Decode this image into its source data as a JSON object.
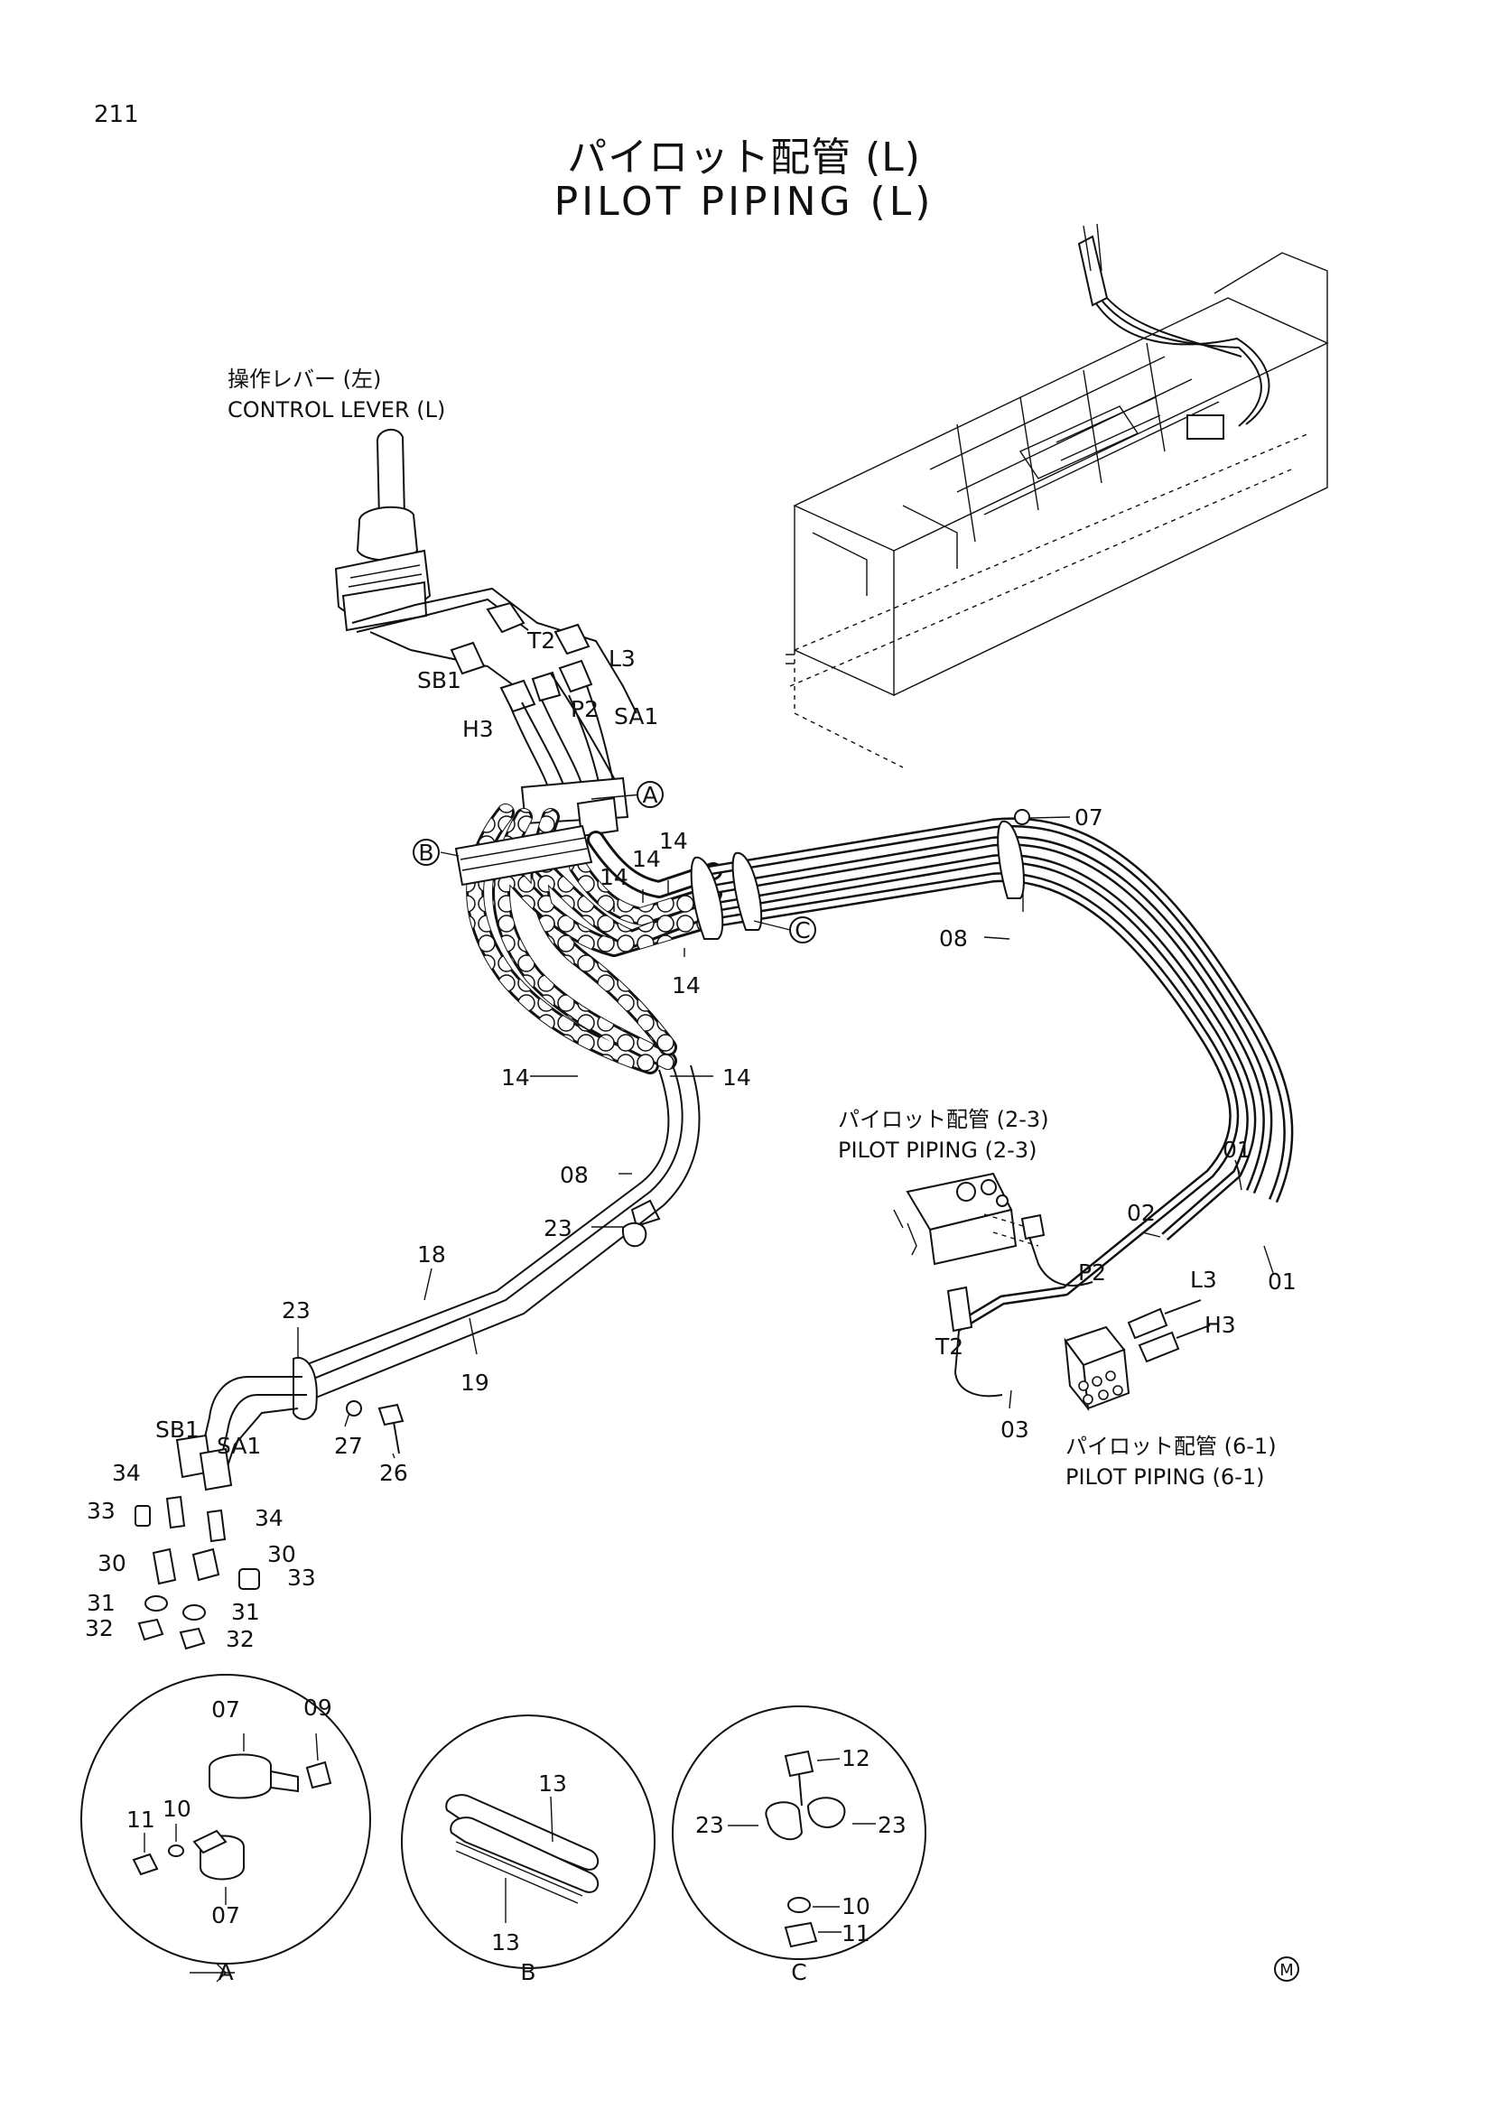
{
  "page_number": "211",
  "title_jp": "パイロット配管 (L)",
  "title_en": "PILOT PIPING (L)",
  "captions": {
    "control_lever_jp": "操作レバー (左)",
    "control_lever_en": "CONTROL LEVER (L)",
    "piping_2_3_jp": "パイロット配管 (2-3)",
    "piping_2_3_en": "PILOT PIPING (2-3)",
    "piping_6_1_jp": "パイロット配管 (6-1)",
    "piping_6_1_en": "PILOT PIPING (6-1)"
  },
  "port_labels": {
    "t2_top": "T2",
    "l3_top": "L3",
    "sb1_top": "SB1",
    "p2_top": "P2",
    "sa1_top": "SA1",
    "h3_top": "H3",
    "p2_right": "P2",
    "l3_right": "L3",
    "h3_right": "H3",
    "t2_right": "T2",
    "sb1_bottom": "SB1",
    "sa1_bottom": "SA1"
  },
  "callouts": {
    "a": "A",
    "b": "B",
    "c": "C"
  },
  "part_numbers": {
    "n14_a": "14",
    "n14_b": "14",
    "n14_c": "14",
    "n14_d": "14",
    "n14_e": "14",
    "n14_f": "14",
    "n07": "07",
    "n08_a": "08",
    "n08_b": "08",
    "n01_a": "01",
    "n01_b": "01",
    "n02": "02",
    "n03": "03",
    "n18": "18",
    "n19": "19",
    "n23_a": "23",
    "n23_b": "23",
    "n26": "26",
    "n27": "27",
    "n34_a": "34",
    "n34_b": "34",
    "n33_a": "33",
    "n33_b": "33",
    "n30_a": "30",
    "n30_b": "30",
    "n31_a": "31",
    "n31_b": "31",
    "n32_a": "32",
    "n32_b": "32"
  },
  "detail_a": {
    "label": "A",
    "n07_top": "07",
    "n09": "09",
    "n10": "10",
    "n11": "11",
    "n07_bottom": "07"
  },
  "detail_b": {
    "label": "B",
    "n13_top": "13",
    "n13_bottom": "13"
  },
  "detail_c": {
    "label": "C",
    "n12": "12",
    "n23_left": "23",
    "n23_right": "23",
    "n10": "10",
    "n11": "11"
  },
  "footer_mark": "M"
}
